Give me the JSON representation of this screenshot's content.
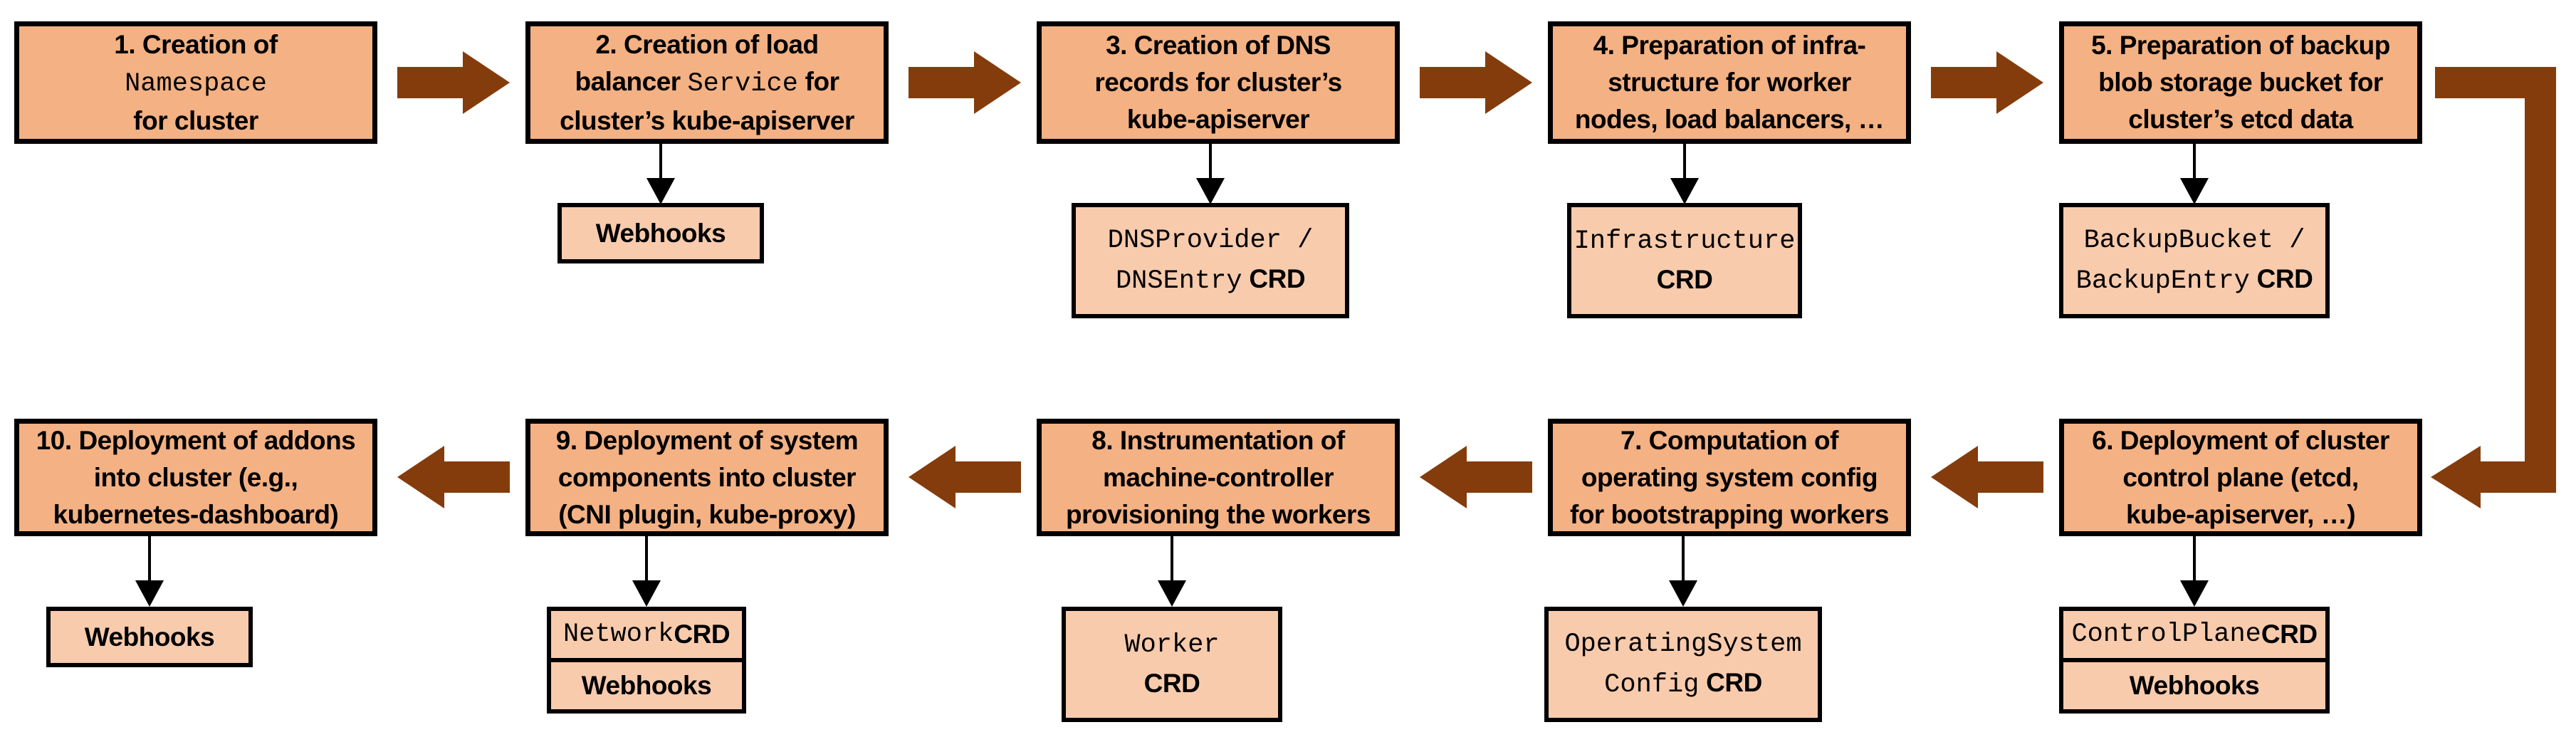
{
  "colors": {
    "background": "#FFFFFF",
    "step_box_fill": "#F4B183",
    "sub_box_fill": "#F8CBAD",
    "arrow_brown": "#843C0C",
    "border": "#000000"
  },
  "steps": [
    {
      "num": "1",
      "lines": [
        [
          {
            "t": "1. Creation of"
          }
        ],
        [
          {
            "t": "Namespace",
            "code": true
          }
        ],
        [
          {
            "t": "for cluster"
          }
        ]
      ]
    },
    {
      "num": "2",
      "lines": [
        [
          {
            "t": "2. Creation of load"
          }
        ],
        [
          {
            "t": "balancer "
          },
          {
            "t": "Service",
            "code": true
          },
          {
            "t": " for"
          }
        ],
        [
          {
            "t": "cluster’s kube-apiserver"
          }
        ]
      ],
      "sub": {
        "lines": [
          [
            {
              "t": "Webhooks"
            }
          ]
        ]
      }
    },
    {
      "num": "3",
      "lines": [
        [
          {
            "t": "3. Creation of DNS"
          }
        ],
        [
          {
            "t": "records for cluster’s"
          }
        ],
        [
          {
            "t": "kube-apiserver"
          }
        ]
      ],
      "sub": {
        "lines": [
          [
            {
              "t": "DNSProvider /",
              "code": true
            }
          ],
          [
            {
              "t": "DNSEntry",
              "code": true
            },
            {
              "t": " CRD"
            }
          ]
        ]
      }
    },
    {
      "num": "4",
      "lines": [
        [
          {
            "t": "4. Preparation of infra-"
          }
        ],
        [
          {
            "t": "structure for worker"
          }
        ],
        [
          {
            "t": "nodes, load balancers, …"
          }
        ]
      ],
      "sub": {
        "lines": [
          [
            {
              "t": "Infrastructure",
              "code": true
            }
          ],
          [
            {
              "t": "CRD"
            }
          ]
        ]
      }
    },
    {
      "num": "5",
      "lines": [
        [
          {
            "t": "5. Preparation of backup"
          }
        ],
        [
          {
            "t": "blob storage bucket for"
          }
        ],
        [
          {
            "t": "cluster’s etcd data"
          }
        ]
      ],
      "sub": {
        "lines": [
          [
            {
              "t": "BackupBucket /",
              "code": true
            }
          ],
          [
            {
              "t": "BackupEntry",
              "code": true
            },
            {
              "t": " CRD"
            }
          ]
        ]
      }
    },
    {
      "num": "6",
      "lines": [
        [
          {
            "t": "6. Deployment of cluster"
          }
        ],
        [
          {
            "t": "control plane (etcd,"
          }
        ],
        [
          {
            "t": "kube-apiserver, …)"
          }
        ]
      ],
      "sub": {
        "rows": [
          [
            {
              "t": "ControlPlane",
              "code": true
            },
            {
              "t": " CRD"
            }
          ],
          [
            {
              "t": "Webhooks"
            }
          ]
        ]
      }
    },
    {
      "num": "7",
      "lines": [
        [
          {
            "t": "7. Computation of"
          }
        ],
        [
          {
            "t": "operating system config"
          }
        ],
        [
          {
            "t": "for bootstrapping workers"
          }
        ]
      ],
      "sub": {
        "lines": [
          [
            {
              "t": "OperatingSystem",
              "code": true
            }
          ],
          [
            {
              "t": "Config",
              "code": true
            },
            {
              "t": " CRD"
            }
          ]
        ]
      }
    },
    {
      "num": "8",
      "lines": [
        [
          {
            "t": "8. Instrumentation of"
          }
        ],
        [
          {
            "t": "machine-controller"
          }
        ],
        [
          {
            "t": "provisioning the workers"
          }
        ]
      ],
      "sub": {
        "lines": [
          [
            {
              "t": "Worker",
              "code": true
            }
          ],
          [
            {
              "t": "CRD"
            }
          ]
        ]
      }
    },
    {
      "num": "9",
      "lines": [
        [
          {
            "t": "9. Deployment of system"
          }
        ],
        [
          {
            "t": "components into cluster"
          }
        ],
        [
          {
            "t": "(CNI plugin, kube-proxy)"
          }
        ]
      ],
      "sub": {
        "rows": [
          [
            {
              "t": "Network",
              "code": true
            },
            {
              "t": " CRD"
            }
          ],
          [
            {
              "t": "Webhooks"
            }
          ]
        ]
      }
    },
    {
      "num": "10",
      "lines": [
        [
          {
            "t": "10. Deployment of addons"
          }
        ],
        [
          {
            "t": "into cluster (e.g.,"
          }
        ],
        [
          {
            "t": "kubernetes-dashboard)"
          }
        ]
      ],
      "sub": {
        "lines": [
          [
            {
              "t": "Webhooks"
            }
          ]
        ]
      }
    }
  ],
  "flow": [
    [
      1,
      2
    ],
    [
      2,
      3
    ],
    [
      3,
      4
    ],
    [
      4,
      5
    ],
    [
      5,
      6
    ],
    [
      6,
      7
    ],
    [
      7,
      8
    ],
    [
      8,
      9
    ],
    [
      9,
      10
    ]
  ]
}
